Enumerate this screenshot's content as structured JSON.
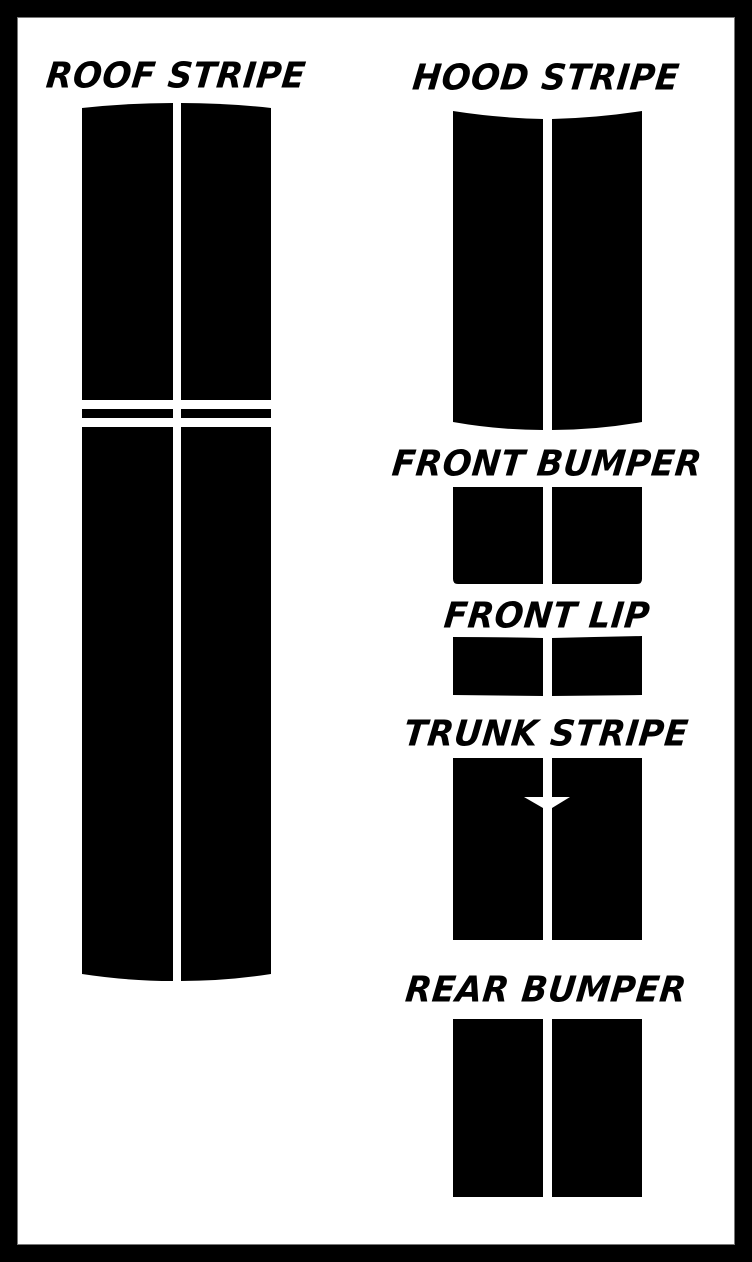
{
  "labels": {
    "roof": "ROOF STRIPE",
    "hood": "HOOD STRIPE",
    "front_bumper": "FRONT BUMPER",
    "front_lip": "FRONT LIP",
    "trunk": "TRUNK STRIPE",
    "rear_bumper": "REAR BUMPER"
  },
  "colors": {
    "stripe": "#000000",
    "background": "#ffffff",
    "frame": "#000000"
  }
}
